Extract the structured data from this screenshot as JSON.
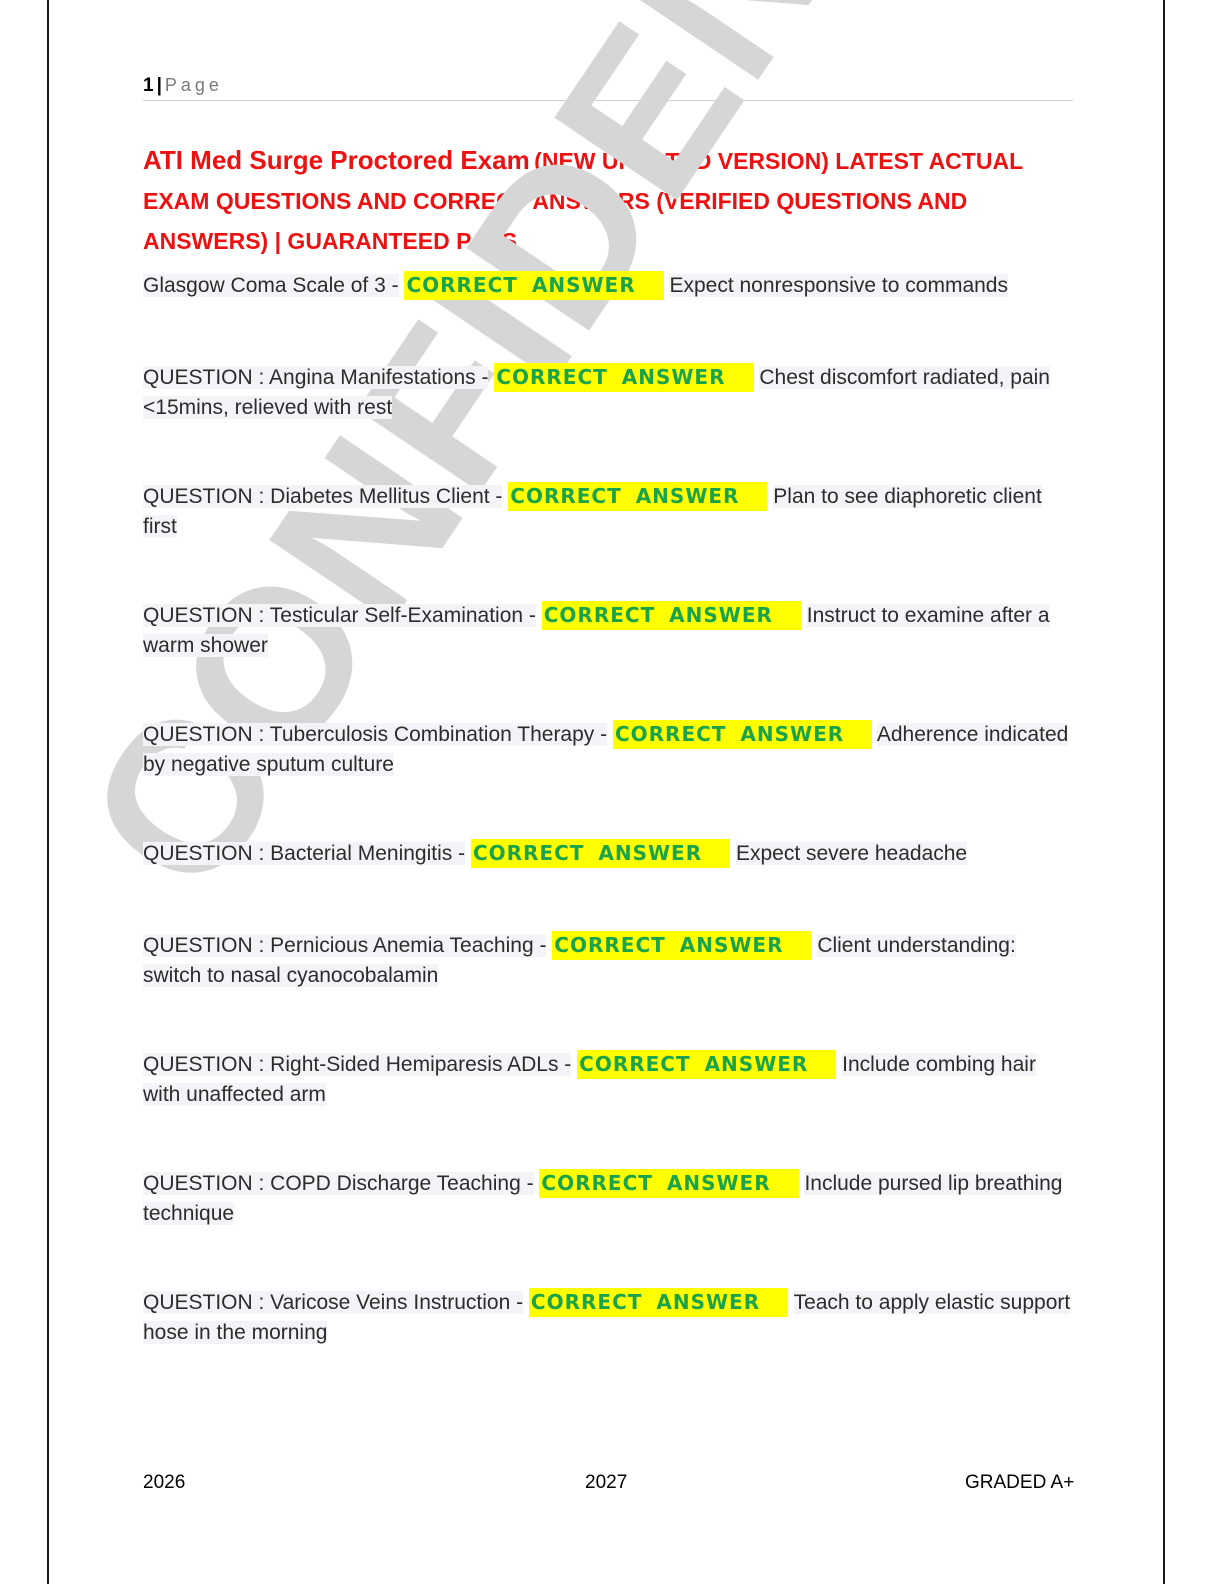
{
  "header": {
    "page_number": "1",
    "separator": "|",
    "page_word": "Page"
  },
  "title": {
    "main": "ATI Med Surge Proctored Exam",
    "rest": "(NEW UPDATED VERSION) LATEST ACTUAL EXAM QUESTIONS AND CORRECT ANSWERS (VERIFIED QUESTIONS AND ANSWERS) | GUARANTEED PASS"
  },
  "items": [
    {
      "question": "Glasgow Coma Scale of 3 -",
      "tag": "CORRECT ANSWER",
      "answer": "Expect nonresponsive to commands"
    },
    {
      "question": "QUESTION : Angina Manifestations -",
      "tag": "CORRECT ANSWER",
      "answer": "Chest discomfort radiated, pain <15mins, relieved with rest"
    },
    {
      "question": "QUESTION : Diabetes Mellitus Client -",
      "tag": "CORRECT ANSWER",
      "answer": "Plan to see diaphoretic client first"
    },
    {
      "question": "QUESTION : Testicular Self-Examination -",
      "tag": "CORRECT ANSWER",
      "answer": "Instruct to examine after a warm shower"
    },
    {
      "question": "QUESTION : Tuberculosis Combination Therapy -",
      "tag": "CORRECT ANSWER",
      "answer": "Adherence indicated by negative sputum culture"
    },
    {
      "question": "QUESTION : Bacterial Meningitis -",
      "tag": "CORRECT ANSWER",
      "answer": "Expect severe headache"
    },
    {
      "question": "QUESTION : Pernicious Anemia Teaching -",
      "tag": "CORRECT ANSWER",
      "answer": "Client understanding: switch to nasal cyanocobalamin"
    },
    {
      "question": "QUESTION : Right-Sided Hemiparesis ADLs -",
      "tag": "CORRECT ANSWER",
      "answer": "Include combing hair with unaffected arm"
    },
    {
      "question": "QUESTION : COPD Discharge Teaching -",
      "tag": "CORRECT ANSWER",
      "answer": "Include pursed lip breathing technique"
    },
    {
      "question": "QUESTION : Varicose Veins Instruction -",
      "tag": "CORRECT ANSWER",
      "answer": "Teach to apply elastic support hose in the morning"
    }
  ],
  "watermark": "CONFIDENTIAL",
  "footer": {
    "left": "2026",
    "center": "2027",
    "right": "GRADED A+"
  },
  "colors": {
    "title": "#ee1111",
    "tag_background": "#ffff00",
    "tag_text": "#1aa34a",
    "watermark": "#d6d6d6"
  }
}
